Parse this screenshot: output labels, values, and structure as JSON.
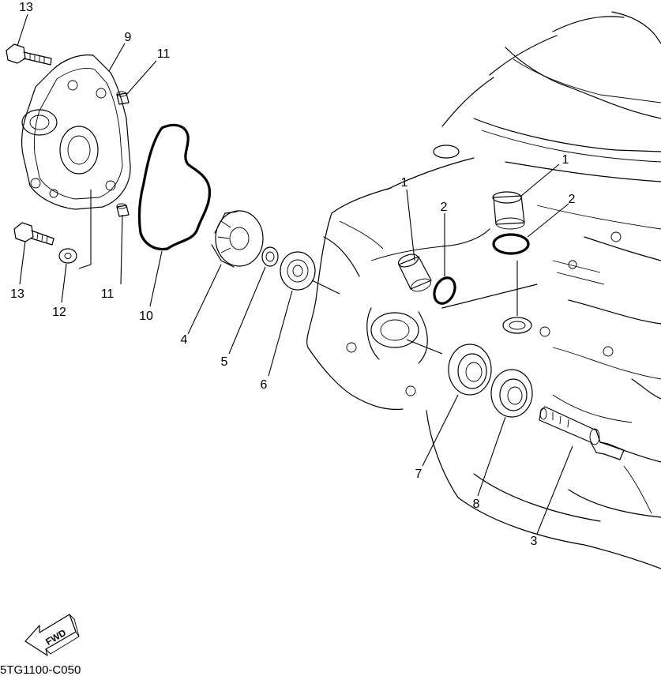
{
  "callouts": {
    "c1a": "1",
    "c1b": "1",
    "c2a": "2",
    "c2b": "2",
    "c3": "3",
    "c4": "4",
    "c5": "5",
    "c6": "6",
    "c7": "7",
    "c8": "8",
    "c9": "9",
    "c10": "10",
    "c11a": "11",
    "c11b": "11",
    "c12": "12",
    "c13a": "13",
    "c13b": "13"
  },
  "direction_label": "FWD",
  "reference_code": "5TG1100-C050"
}
